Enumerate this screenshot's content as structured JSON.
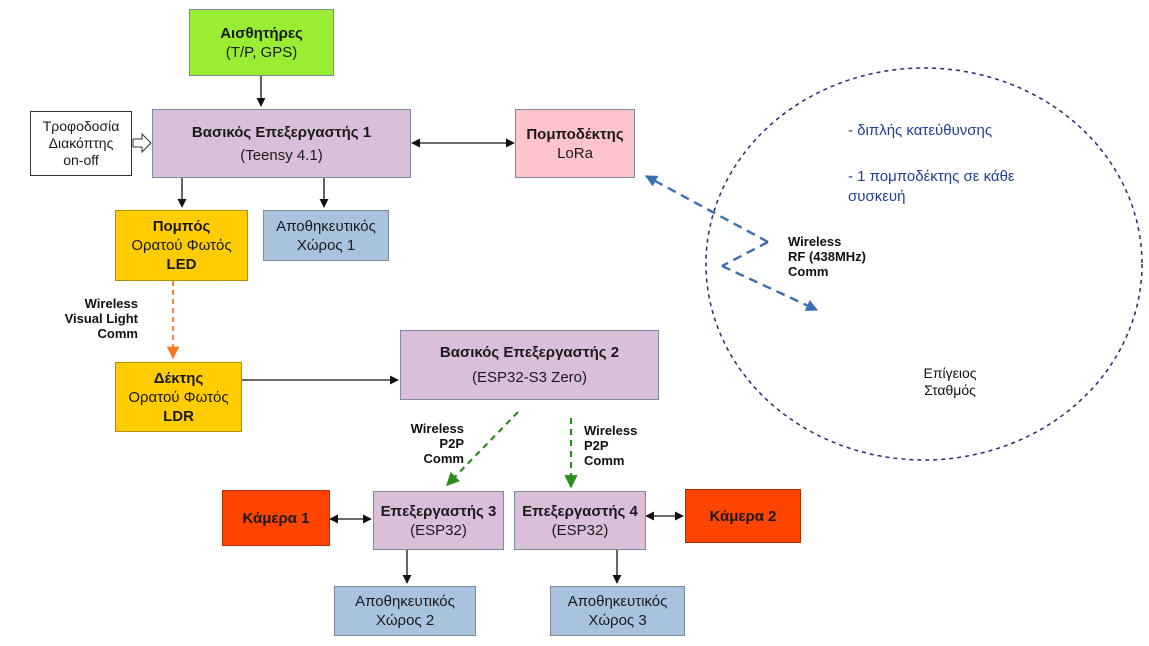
{
  "nodes": {
    "sensors": {
      "title": "Αισθητήρες",
      "sub": "(T/P, GPS)"
    },
    "power": {
      "l1": "Τροφοδοσία",
      "l2": "Διακόπτης",
      "l3": "on-off"
    },
    "main1": {
      "title": "Βασικός Επεξεργαστής 1",
      "sub": "(Teensy 4.1)"
    },
    "lora": {
      "title": "Πομποδέκτης",
      "sub": "LoRa"
    },
    "transmitter": {
      "title": "Πομπός",
      "l2": "Ορατού Φωτός",
      "l3": "LED"
    },
    "storage1": {
      "l1": "Αποθηκευτικός",
      "l2": "Χώρος 1"
    },
    "receiver": {
      "title": "Δέκτης",
      "l2": "Ορατού Φωτός",
      "l3": "LDR"
    },
    "main2": {
      "title": "Βασικός Επεξεργαστής 2",
      "sub": "(ESP32-S3 Zero)"
    },
    "proc3": {
      "title": "Επεξεργαστής 3",
      "sub": "(ESP32)"
    },
    "proc4": {
      "title": "Επεξεργαστής 4",
      "sub": "(ESP32)"
    },
    "cam1": {
      "title": "Κάμερα 1"
    },
    "cam2": {
      "title": "Κάμερα 2"
    },
    "storage2": {
      "l1": "Αποθηκευτικός",
      "l2": "Χώρος 2"
    },
    "storage3": {
      "l1": "Αποθηκευτικός",
      "l2": "Χώρος 3"
    }
  },
  "labels": {
    "vlc": {
      "l1": "Wireless",
      "l2": "Visual Light",
      "l3": "Comm"
    },
    "p2p_left": {
      "l1": "Wireless",
      "l2": "P2P",
      "l3": "Comm"
    },
    "p2p_right": {
      "l1": "Wireless",
      "l2": "P2P",
      "l3": "Comm"
    },
    "rf": {
      "l1": "Wireless",
      "l2": "RF (438MHz)",
      "l3": "Comm"
    }
  },
  "ground_station": {
    "note1": "- διπλής κατεύθυνσης",
    "note2_l1": "- 1 πομποδέκτης σε κάθε",
    "note2_l2": "συσκευή",
    "name_l1": "Επίγειος",
    "name_l2": "Σταθμός"
  },
  "colors": {
    "arrow": "#111111",
    "vlc_arrow": "#ff7722",
    "p2p_arrow": "#2e8b1e",
    "rf_arrow": "#3a6fb5",
    "circle": "#1f2f6f"
  }
}
